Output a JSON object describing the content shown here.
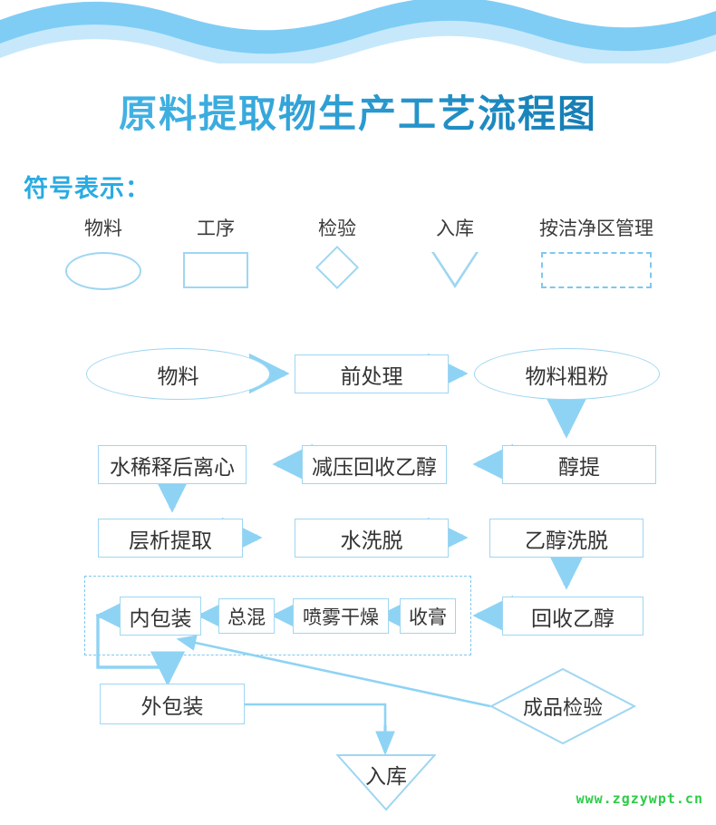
{
  "page": {
    "title": "原料提取物生产工艺流程图",
    "watermark": "www.zgzywpt.cn"
  },
  "colors": {
    "wave_dark": "#7fcdf5",
    "wave_light": "#c7e8fb",
    "title_gradient_start": "#4cb9e9",
    "title_gradient_end": "#0c6ea4",
    "legend_heading": "#29ABE2",
    "node_border": "#9fd6f2",
    "node_text": "#333333",
    "arrow": "#8ed3f4",
    "dashed_border": "#7ec8ef",
    "watermark": "#2ecc49"
  },
  "legend": {
    "heading": "符号表示：",
    "items": [
      {
        "label": "物料",
        "shape": "ellipse",
        "icon": "ellipse-icon"
      },
      {
        "label": "工序",
        "shape": "rectangle",
        "icon": "rectangle-icon"
      },
      {
        "label": "检验",
        "shape": "diamond",
        "icon": "diamond-icon"
      },
      {
        "label": "入库",
        "shape": "triangle-down",
        "icon": "triangle-down-icon"
      },
      {
        "label": "按洁净区管理",
        "shape": "dashed-rectangle",
        "icon": "dashed-rectangle-icon"
      }
    ]
  },
  "flow": {
    "clean_zone_label": "按洁净区管理",
    "nodes": [
      {
        "id": "n1",
        "label": "物料",
        "shape": "ellipse"
      },
      {
        "id": "n2",
        "label": "前处理",
        "shape": "rectangle"
      },
      {
        "id": "n3",
        "label": "物料粗粉",
        "shape": "ellipse"
      },
      {
        "id": "n4",
        "label": "醇提",
        "shape": "rectangle"
      },
      {
        "id": "n5",
        "label": "减压回收乙醇",
        "shape": "rectangle"
      },
      {
        "id": "n6",
        "label": "水稀释后离心",
        "shape": "rectangle"
      },
      {
        "id": "n7",
        "label": "层析提取",
        "shape": "rectangle"
      },
      {
        "id": "n8",
        "label": "水洗脱",
        "shape": "rectangle"
      },
      {
        "id": "n9",
        "label": "乙醇洗脱",
        "shape": "rectangle"
      },
      {
        "id": "n10",
        "label": "回收乙醇",
        "shape": "rectangle"
      },
      {
        "id": "n11",
        "label": "收膏",
        "shape": "rectangle"
      },
      {
        "id": "n12",
        "label": "喷雾干燥",
        "shape": "rectangle"
      },
      {
        "id": "n13",
        "label": "总混",
        "shape": "rectangle"
      },
      {
        "id": "n14",
        "label": "内包装",
        "shape": "rectangle"
      },
      {
        "id": "n15",
        "label": "外包装",
        "shape": "rectangle"
      },
      {
        "id": "n16",
        "label": "入库",
        "shape": "triangle-down"
      },
      {
        "id": "n17",
        "label": "成品检验",
        "shape": "diamond"
      }
    ],
    "edges": [
      {
        "from": "n1",
        "to": "n2",
        "dir": "right"
      },
      {
        "from": "n2",
        "to": "n3",
        "dir": "right"
      },
      {
        "from": "n3",
        "to": "n4",
        "dir": "down"
      },
      {
        "from": "n4",
        "to": "n5",
        "dir": "left"
      },
      {
        "from": "n5",
        "to": "n6",
        "dir": "left"
      },
      {
        "from": "n6",
        "to": "n7",
        "dir": "down"
      },
      {
        "from": "n7",
        "to": "n8",
        "dir": "right"
      },
      {
        "from": "n8",
        "to": "n9",
        "dir": "right"
      },
      {
        "from": "n9",
        "to": "n10",
        "dir": "down"
      },
      {
        "from": "n10",
        "to": "n11",
        "dir": "left"
      },
      {
        "from": "n11",
        "to": "n12",
        "dir": "left"
      },
      {
        "from": "n12",
        "to": "n13",
        "dir": "left"
      },
      {
        "from": "n13",
        "to": "n14",
        "dir": "left"
      },
      {
        "from": "n14",
        "to": "n15",
        "dir": "down-left-elbow"
      },
      {
        "from": "n15",
        "to": "n16",
        "dir": "right-down-elbow"
      },
      {
        "from": "n17",
        "to": "n14",
        "dir": "diagonal-up-left"
      }
    ]
  }
}
